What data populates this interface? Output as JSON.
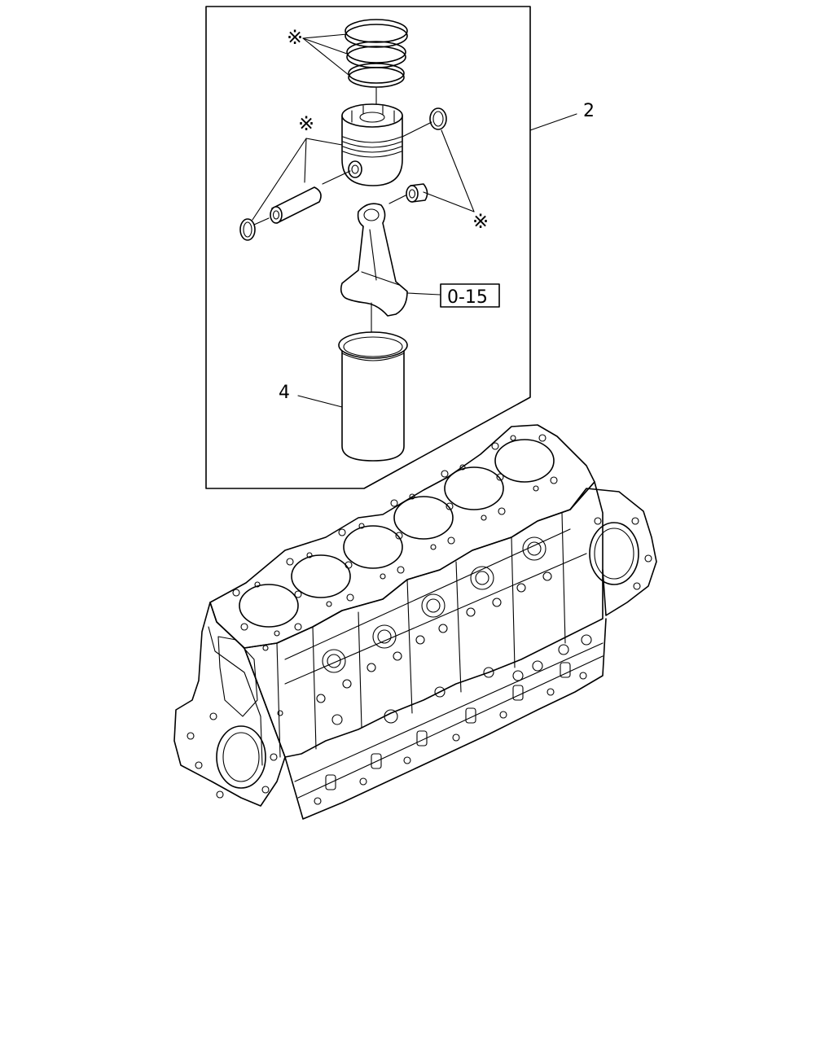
{
  "callouts": {
    "assembly": "2",
    "liner": "4",
    "ref": "0-15",
    "mark": "※"
  },
  "colors": {
    "line": "#000000",
    "background": "#ffffff"
  }
}
